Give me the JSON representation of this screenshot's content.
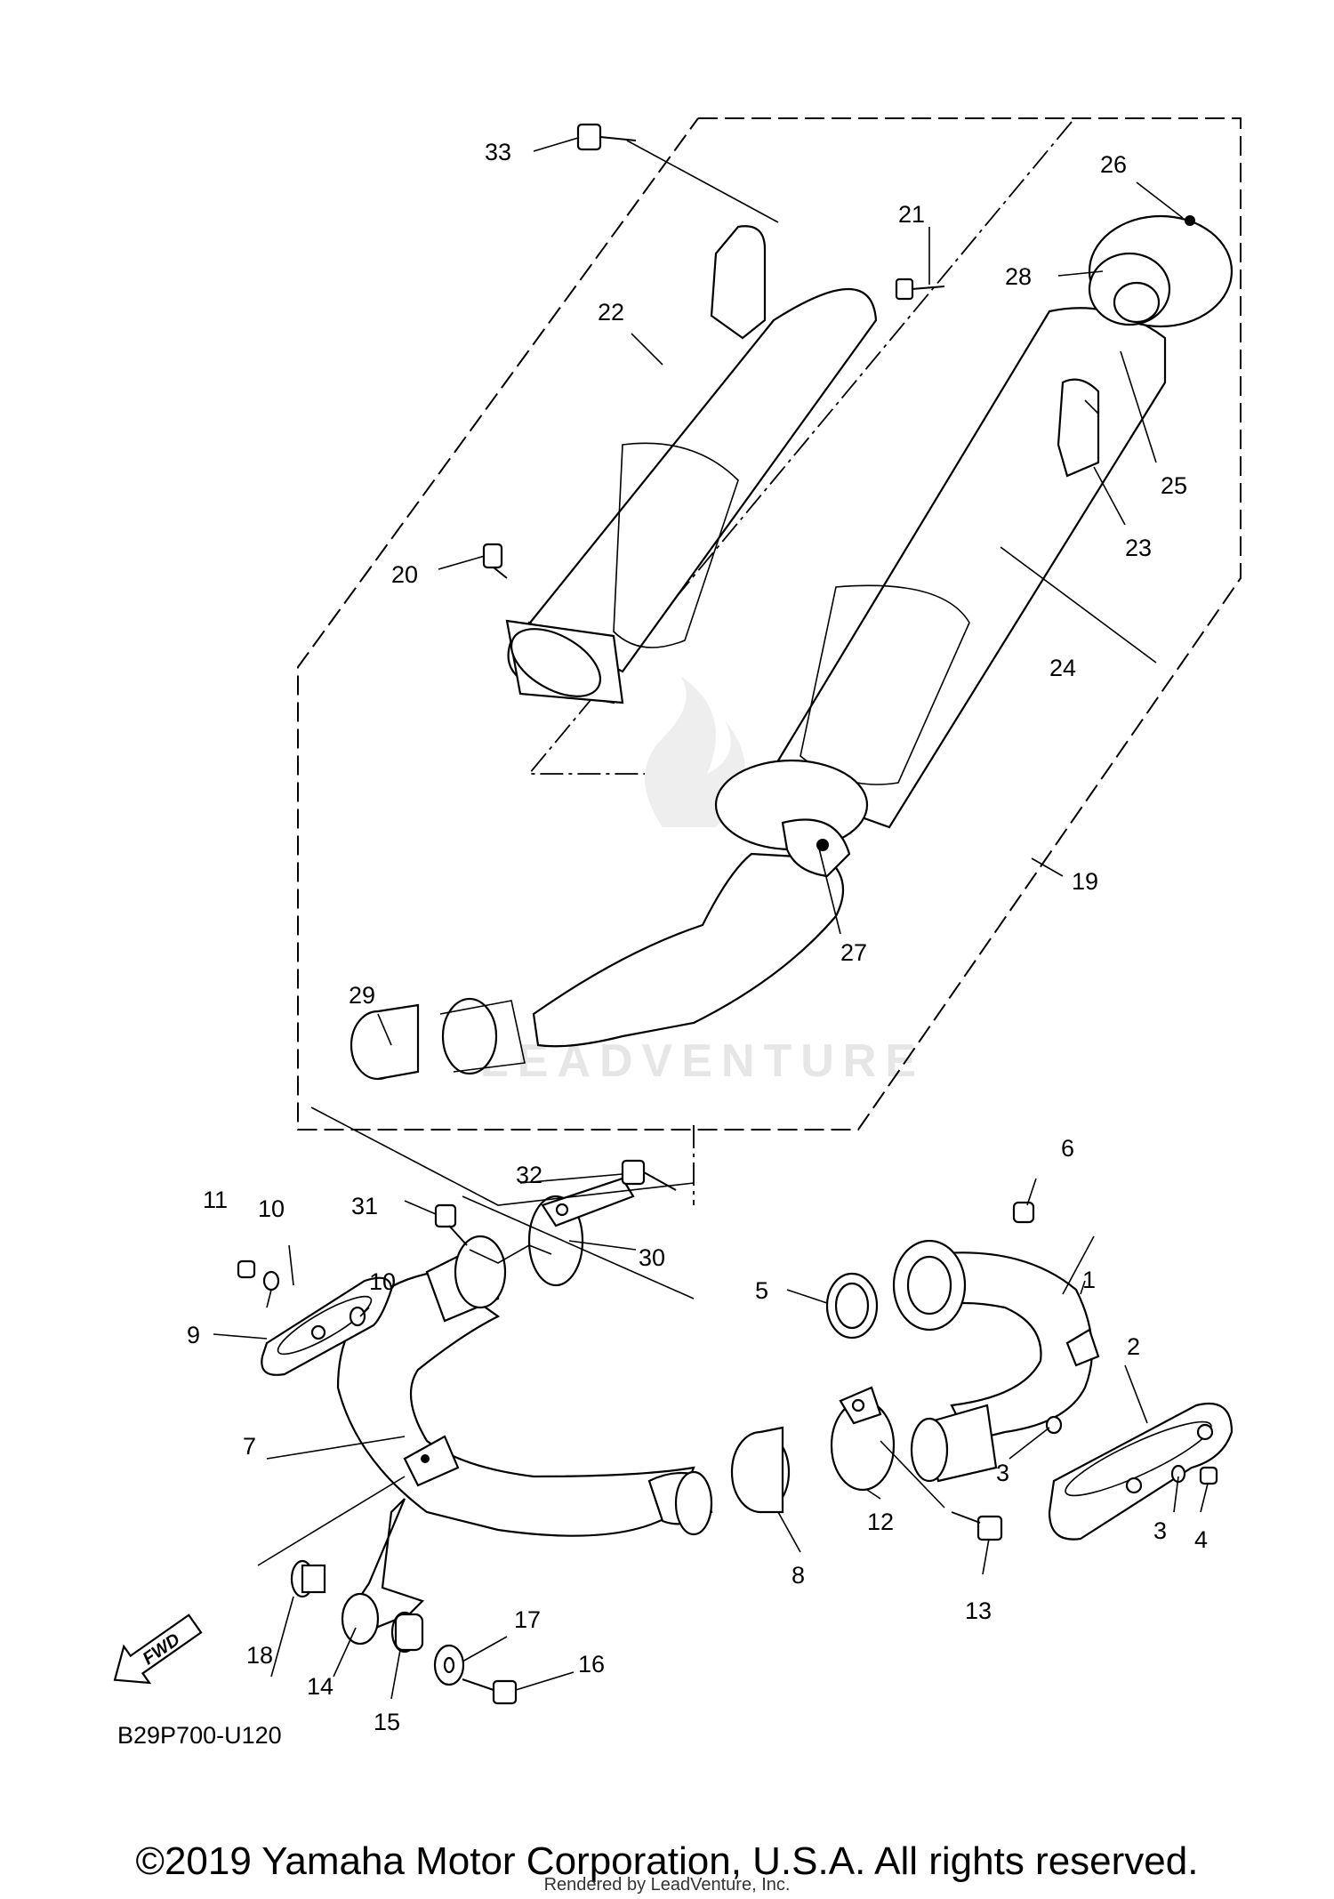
{
  "diagram": {
    "code": "B29P700-U120",
    "fwd_label": "FWD",
    "watermark": "LEADVENTURE",
    "callouts": [
      "1",
      "2",
      "3",
      "3",
      "4",
      "5",
      "6",
      "7",
      "8",
      "9",
      "10",
      "10",
      "11",
      "12",
      "13",
      "14",
      "15",
      "16",
      "17",
      "18",
      "19",
      "20",
      "21",
      "22",
      "23",
      "24",
      "25",
      "26",
      "27",
      "28",
      "29",
      "30",
      "31",
      "32",
      "33"
    ]
  },
  "footer": {
    "copyright": "©2019 Yamaha Motor Corporation, U.S.A. All rights reserved.",
    "rendered_by": "Rendered by LeadVenture, Inc."
  }
}
